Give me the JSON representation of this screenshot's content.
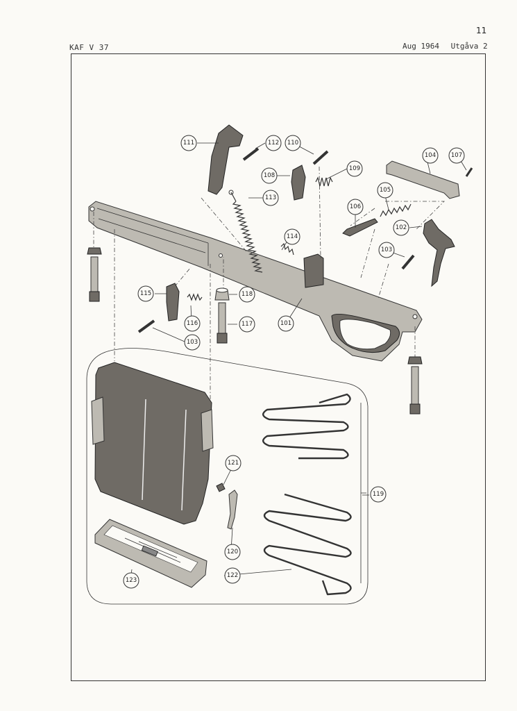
{
  "header": {
    "page_number": "11",
    "doc_code": "KAF V 37",
    "date": "Aug 1964",
    "edition": "Utgåva 2"
  },
  "callouts": [
    {
      "id": "c111",
      "label": "111"
    },
    {
      "id": "c112",
      "label": "112"
    },
    {
      "id": "c110",
      "label": "110"
    },
    {
      "id": "c108",
      "label": "108"
    },
    {
      "id": "c109",
      "label": "109"
    },
    {
      "id": "c104",
      "label": "104"
    },
    {
      "id": "c107",
      "label": "107"
    },
    {
      "id": "c113",
      "label": "113"
    },
    {
      "id": "c105",
      "label": "105"
    },
    {
      "id": "c106",
      "label": "106"
    },
    {
      "id": "c102",
      "label": "102"
    },
    {
      "id": "c114",
      "label": "114"
    },
    {
      "id": "c103a",
      "label": "103"
    },
    {
      "id": "c115",
      "label": "115"
    },
    {
      "id": "c118",
      "label": "118"
    },
    {
      "id": "c101",
      "label": "101"
    },
    {
      "id": "c116",
      "label": "116"
    },
    {
      "id": "c117",
      "label": "117"
    },
    {
      "id": "c103b",
      "label": "103"
    },
    {
      "id": "c121",
      "label": "121"
    },
    {
      "id": "c119",
      "label": "119"
    },
    {
      "id": "c120",
      "label": "120"
    },
    {
      "id": "c122",
      "label": "122"
    },
    {
      "id": "c123",
      "label": "123"
    }
  ]
}
